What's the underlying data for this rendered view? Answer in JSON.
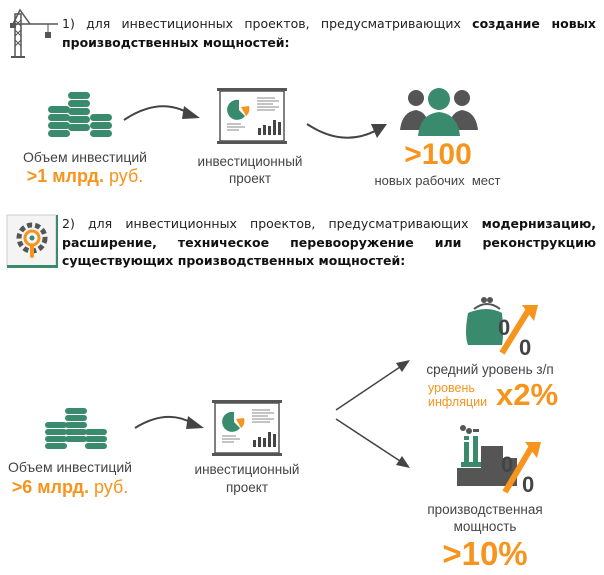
{
  "section1": {
    "icon": "crane-icon",
    "text_plain": "1) для инвестиционных проектов, предусматривающих ",
    "text_bold": "создание новых производственных мощностей:",
    "investment_label": "Объем инвестиций",
    "investment_prefix": ">1",
    "investment_bold": " млрд.",
    "investment_suffix": " руб.",
    "project_label_1": "инвестиционный",
    "project_label_2": "проект",
    "result_value": ">100",
    "result_label": "новых рабочих  мест"
  },
  "section2": {
    "icon": "gear-wrench-icon",
    "text_plain": "2) для инвестиционных проектов, предусматривающих ",
    "text_bold": "модернизацию, расширение, техническое перевооружение или реконструкцию существующих производственных мощностей:",
    "investment_label": "Объем инвестиций",
    "investment_prefix": ">6",
    "investment_bold": " млрд.",
    "investment_suffix": " руб.",
    "project_label_1": "инвестиционный",
    "project_label_2": "проект",
    "salary_label": "средний уровень з/п",
    "inflation_label_1": "уровень",
    "inflation_label_2": "инфляции",
    "salary_value": "x2%",
    "capacity_label_1": "производственная",
    "capacity_label_2": "мощность",
    "capacity_value": ">10%"
  },
  "colors": {
    "green": "#3a8a6e",
    "orange": "#f7941d",
    "gray": "#4a4a4a"
  }
}
